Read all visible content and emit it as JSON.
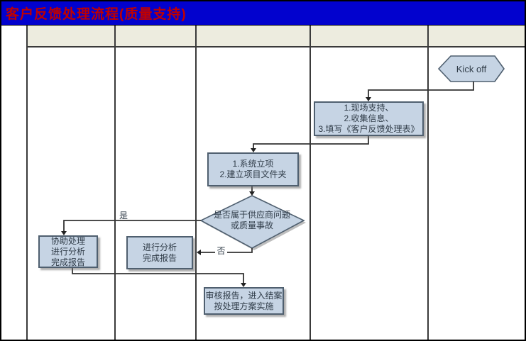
{
  "title": "客户反馈处理流程(质量支持)",
  "labels": {
    "yes": "是",
    "no": "否"
  },
  "nodes": {
    "kickoff": "Kick off",
    "support": "1.现场支持、\n2.收集信息、\n3.填写《客户反馈处理表》",
    "project": "1.系统立项\n2.建立项目文件夹",
    "decision": "是否属于供应商问题\n或质量事故",
    "assist": "协助处理\n进行分析\n完成报告",
    "analyze": "进行分析\n完成报告",
    "review": "审核报告，进入结案\n按处理方案实施"
  },
  "colors": {
    "title_bg": "#0202ce",
    "title_text": "#c00000",
    "header_bg": "#edecdf",
    "lane_line": "#3a3a3a",
    "shape_fill": "#c6d4e4",
    "shape_border": "#4f5f6f",
    "connector": "#333333"
  }
}
